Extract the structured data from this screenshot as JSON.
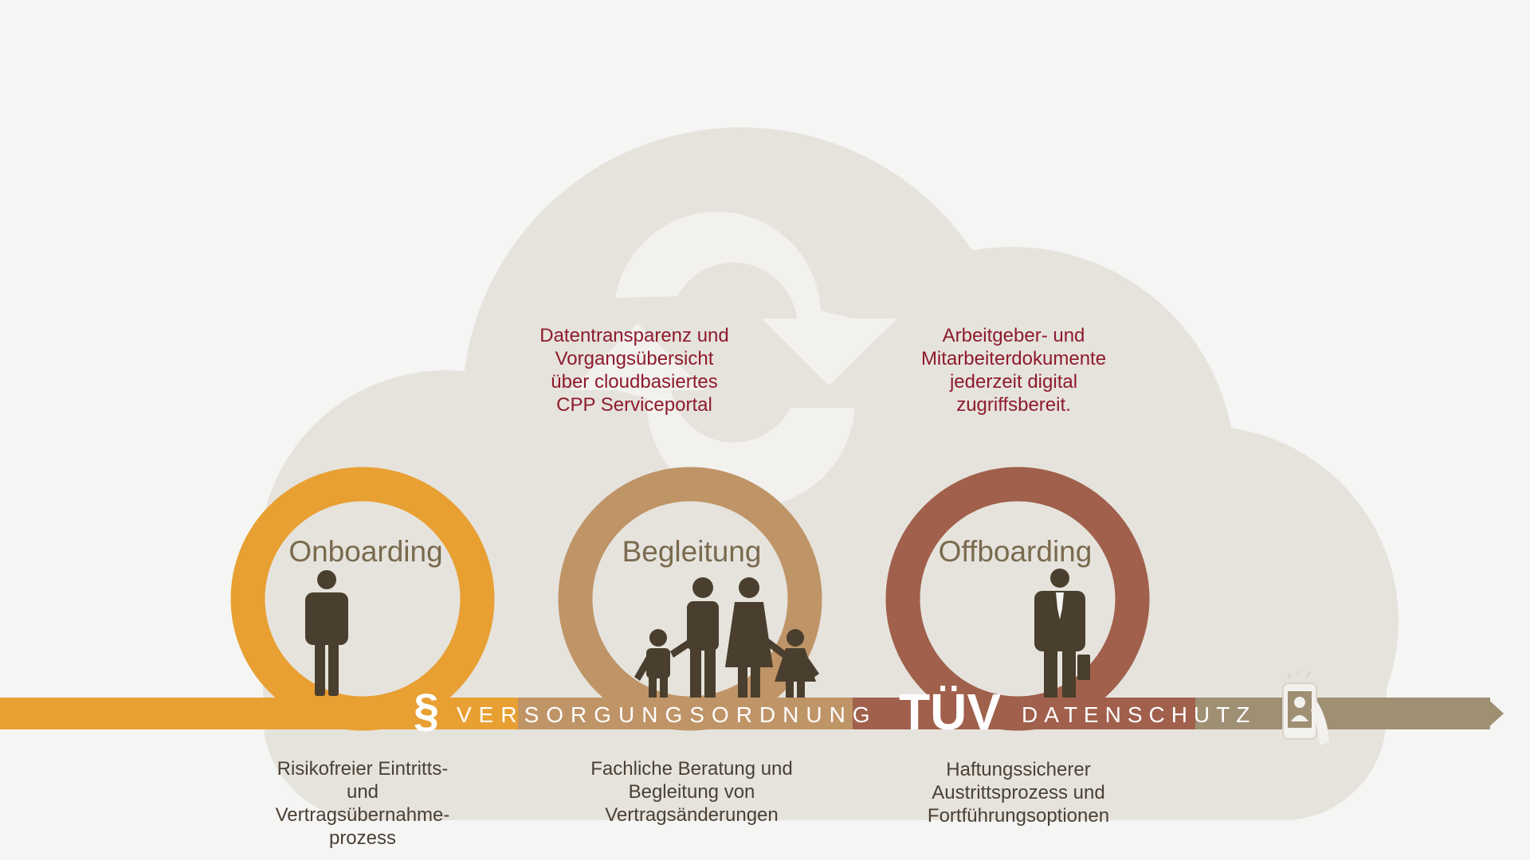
{
  "colors": {
    "background": "#f5f5f4",
    "cloud": "#e6e3dd",
    "onboarding": "#e8a033",
    "begleitung": "#bf9467",
    "offboarding": "#a0604b",
    "arrow_end": "#9f8f73",
    "figure": "#4a3f2e",
    "label_text": "#7a6a4e",
    "highlight_text": "#8e1b2c",
    "caption_text": "#4a4034"
  },
  "stages": [
    {
      "title": "Onboarding",
      "icon": "person-icon",
      "caption": [
        "Risikofreier Eintritts-",
        "und",
        "Vertragsübernahme-",
        "prozess"
      ]
    },
    {
      "title": "Begleitung",
      "icon": "family-icon",
      "caption": [
        "Fachliche Beratung und",
        "Begleitung von",
        "Vertragsänderungen"
      ]
    },
    {
      "title": "Offboarding",
      "icon": "businessman-with-briefcase-icon",
      "caption": [
        "Haftungssicherer",
        "Austrittsprozess und",
        "Fortführungsoptionen"
      ]
    }
  ],
  "highlights": {
    "portal": [
      "Datentransparenz und",
      "Vorgangsübersicht",
      "über cloudbasiertes",
      "CPP Serviceportal"
    ],
    "documents": [
      "Arbeitgeber- und",
      "Mitarbeiterdokumente",
      "jederzeit digital",
      "zugriffsbereit."
    ]
  },
  "band": {
    "paragraph_symbol": "§",
    "versorgungsordnung": "VERSORGUNGSORDNUNG",
    "tuev": "TÜV",
    "datenschutz": "DATENSCHUTZ",
    "end_icon": "mobile-user-icon"
  },
  "cloud_icon": "sync-arrows-icon"
}
